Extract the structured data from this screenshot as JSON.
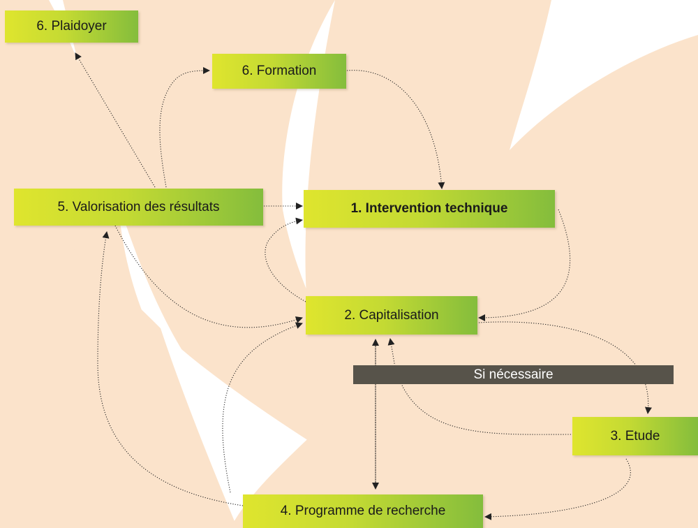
{
  "colors": {
    "background": "#fbe3cb",
    "box_gradient_start": "#dfe52e",
    "box_gradient_end": "#84bd3c",
    "banner": "#57534a",
    "connector": "#222222"
  },
  "nodes": {
    "plaidoyer": "6. Plaidoyer",
    "formation": "6. Formation",
    "valorisation": "5. Valorisation des résultats",
    "intervention": "1. Intervention technique",
    "capitalisation": "2. Capitalisation",
    "etude": "3. Etude",
    "programme": "4. Programme de recherche"
  },
  "banner": {
    "label": "Si nécessaire"
  },
  "connectors": [
    {
      "from": "valorisation",
      "to": "plaidoyer"
    },
    {
      "from": "valorisation",
      "to": "formation"
    },
    {
      "from": "formation",
      "to": "intervention"
    },
    {
      "from": "valorisation",
      "to": "intervention"
    },
    {
      "from": "intervention",
      "to": "capitalisation"
    },
    {
      "from": "capitalisation",
      "to": "intervention"
    },
    {
      "from": "capitalisation",
      "to": "etude"
    },
    {
      "from": "etude",
      "to": "capitalisation"
    },
    {
      "from": "etude",
      "to": "programme"
    },
    {
      "from": "capitalisation",
      "to": "programme"
    },
    {
      "from": "programme",
      "to": "capitalisation"
    },
    {
      "from": "programme",
      "to": "valorisation"
    },
    {
      "from": "valorisation",
      "to": "capitalisation"
    }
  ]
}
